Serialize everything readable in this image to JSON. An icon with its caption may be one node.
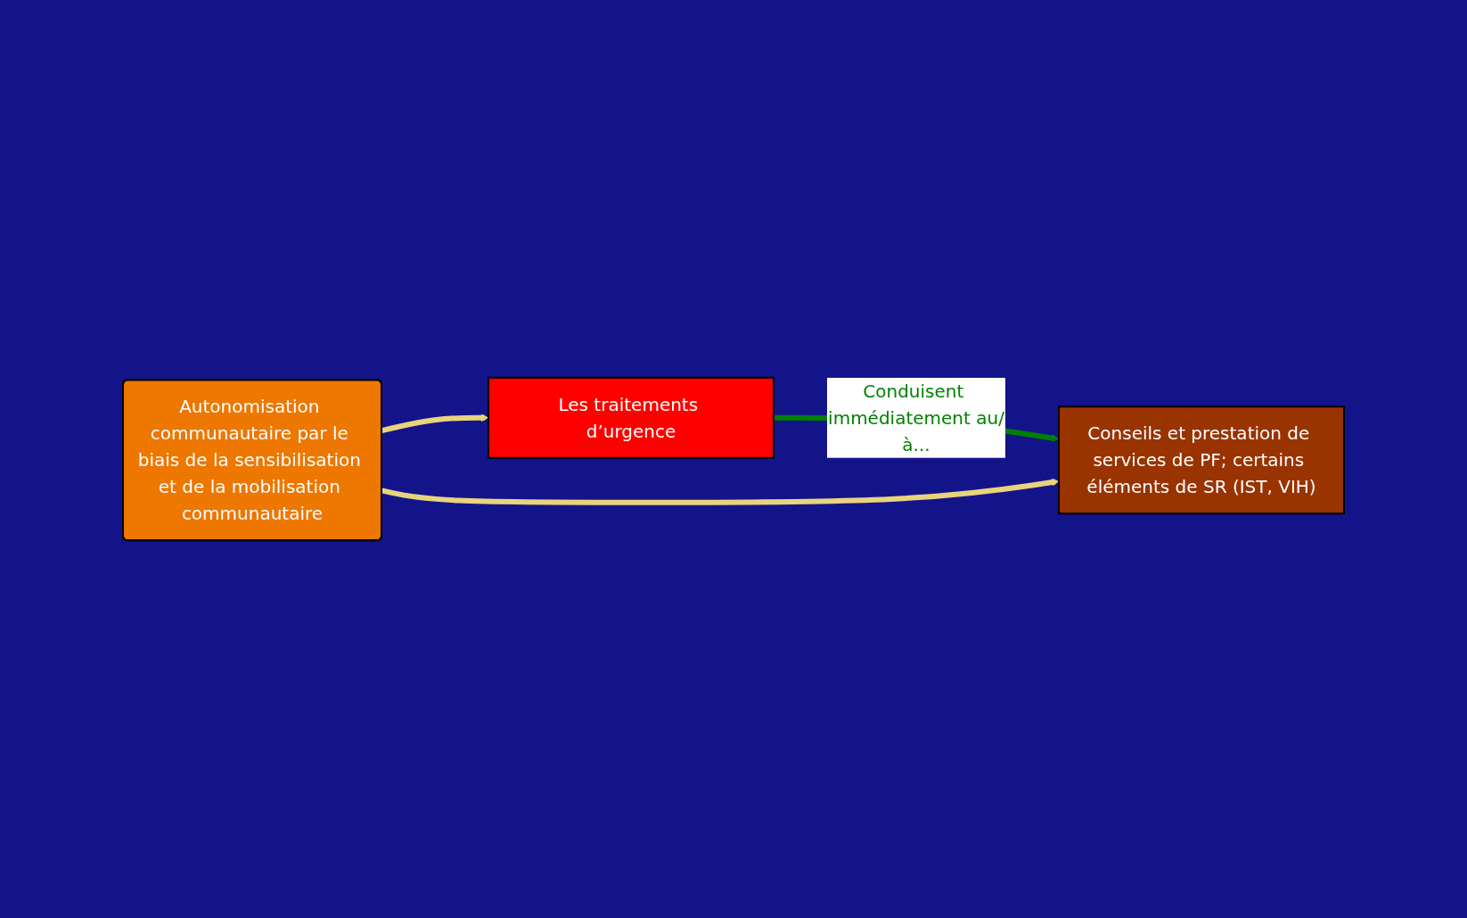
{
  "diagram": {
    "nodes": [
      {
        "text": [
          "Les traitements d’urgence"
        ]
      },
      {
        "text": [
          "Conseils et prestation de services de PF; certains éléments de SR (IST, VIH)"
        ]
      },
      {
        "text": [
          "Autonomisation communautaire par le biais de la sensibilisation et de la mobilisation communautaire"
        ]
      }
    ],
    "edges": [
      {
        "from": 0,
        "to": 1,
        "arrow": "to",
        "label": "Conduisent immédiatement au/à...",
        "color": "#008000"
      },
      {
        "from": 2,
        "to": 0,
        "arrow": "to",
        "color": "#e8d47c"
      },
      {
        "from": 2,
        "to": 1,
        "arrow": "to",
        "color": "#e8d47c"
      }
    ]
  }
}
